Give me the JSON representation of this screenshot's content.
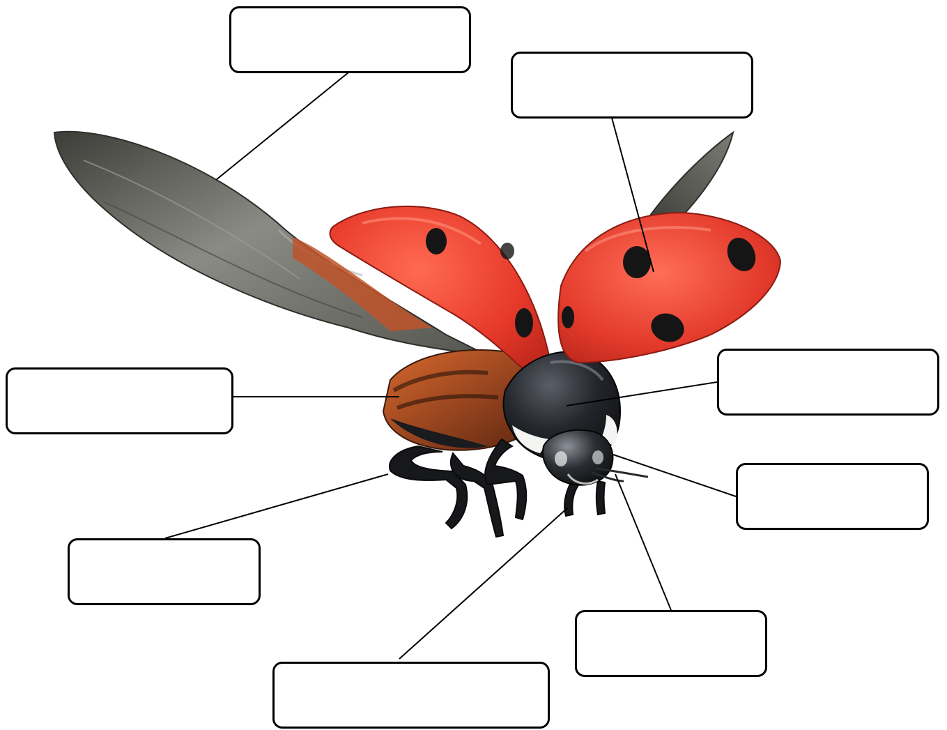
{
  "diagram": {
    "subject": "ladybird",
    "colors": {
      "elytra": "#e8402e",
      "spots": "#141414",
      "hindwing": "#707068",
      "body": "#1c1e22",
      "abdomen": "#c8582a",
      "leader_line": "#000000",
      "box_border": "#000000"
    },
    "labels": [
      {
        "id": "hindwing",
        "text": ""
      },
      {
        "id": "elytra",
        "text": ""
      },
      {
        "id": "abdomen",
        "text": ""
      },
      {
        "id": "pronotum",
        "text": ""
      },
      {
        "id": "eye",
        "text": ""
      },
      {
        "id": "leg",
        "text": ""
      },
      {
        "id": "antenna",
        "text": ""
      },
      {
        "id": "mouthparts",
        "text": ""
      }
    ]
  }
}
